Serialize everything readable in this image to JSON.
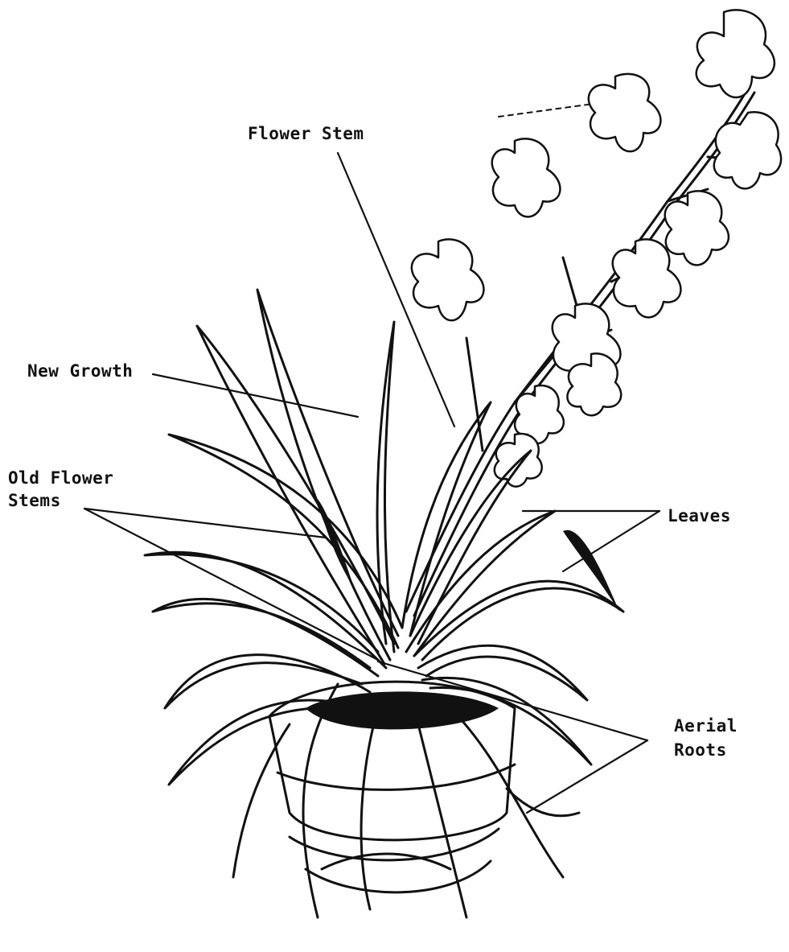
{
  "diagram": {
    "labels": {
      "flower_stem": "Flower Stem",
      "new_growth": "New Growth",
      "old_flower_stems_line1": "Old Flower",
      "old_flower_stems_line2": "Stems",
      "leaves": "Leaves",
      "aerial_roots_line1": "Aerial",
      "aerial_roots_line2": "Roots"
    },
    "colors": {
      "ink": "#111111",
      "paper": "#ffffff"
    }
  }
}
